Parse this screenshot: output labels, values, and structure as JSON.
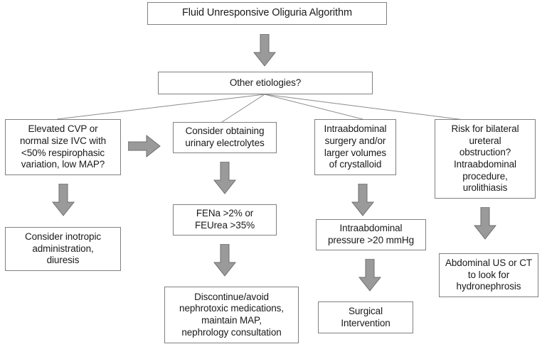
{
  "figure": {
    "type": "flowchart",
    "orientation": "top-down",
    "background_color": "#ffffff",
    "box_border_color": "#808080",
    "arrow_fill_color": "#9a9a9a",
    "arrow_stroke_color": "#6e6e6e",
    "connector_line_color": "#8a8a8a",
    "text_color": "#1a1a1a"
  },
  "nodes": {
    "title": "Fluid Unresponsive Oliguria Algorithm",
    "other_etiologies": "Other etiologies?",
    "branch_1": "Elevated CVP or\nnormal size IVC with\n<50% respirophasic\nvariation, low MAP?",
    "branch_1_outcome": "Consider inotropic\nadministration,\ndiuresis",
    "branch_2": "Consider obtaining\nurinary electrolytes",
    "branch_2_step": "FENa >2% or\nFEUrea >35%",
    "branch_2_outcome": "Discontinue/avoid\nnephrotoxic medications,\nmaintain MAP,\nnephrology consultation",
    "branch_3": "Intraabdominal\nsurgery and/or\nlarger volumes\nof crystalloid",
    "branch_3_step": "Intraabdominal\npressure >20 mmHg",
    "branch_3_outcome": "Surgical\nIntervention",
    "branch_4": "Risk for bilateral\nureteral\nobstruction?\nIntraabdominal\nprocedure,\nurolithiasis",
    "branch_4_outcome": "Abdominal US or CT\nto look for\nhydronephrosis"
  },
  "arrows": {
    "title_to_other_etiologies": "down-arrow",
    "branch_1_to_outcome": "down-arrow",
    "branch_1_to_branch_2": "right-arrow",
    "branch_2_to_step": "down-arrow",
    "branch_2_step_to_outcome": "down-arrow",
    "branch_3_to_step": "down-arrow",
    "branch_3_step_to_outcome": "down-arrow",
    "branch_4_to_outcome": "down-arrow"
  },
  "connectors": {
    "fan_origin_label": "other-etiologies-bottom-center",
    "fan_targets": [
      "branch-1-top",
      "branch-2-top",
      "branch-3-top",
      "branch-4-top"
    ]
  }
}
